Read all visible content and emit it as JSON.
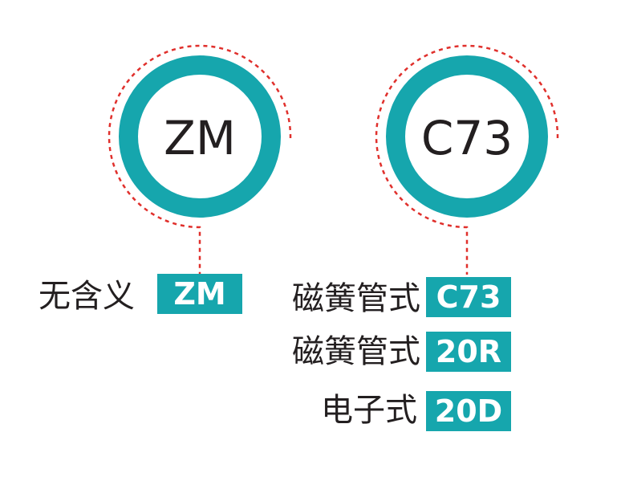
{
  "colors": {
    "teal": "#16a6ad",
    "dash": "#e0302c",
    "text": "#231f20"
  },
  "left": {
    "ring_text": "ZM",
    "rows": [
      {
        "label": "无含义",
        "badge": "ZM"
      }
    ]
  },
  "right": {
    "ring_text": "C73",
    "rows": [
      {
        "label": "磁簧管式",
        "badge": "C73"
      },
      {
        "label": "磁簧管式",
        "badge": "20R"
      },
      {
        "label": "电子式",
        "badge": "20D"
      }
    ]
  }
}
